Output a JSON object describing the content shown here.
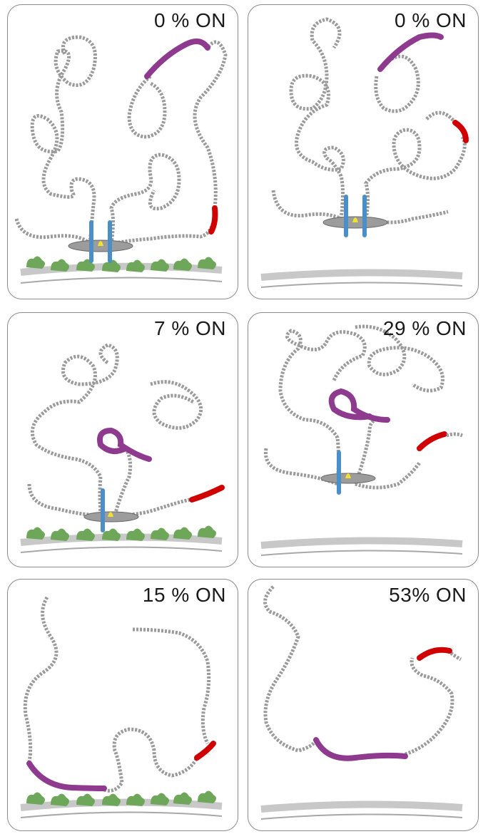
{
  "panels": [
    {
      "id": "p1",
      "label": "0 % ON",
      "state": "dna-loop-with-protein-complex-on-beads"
    },
    {
      "id": "p2",
      "label": "0 % ON",
      "state": "dna-loop-with-protein-complex-no-beads"
    },
    {
      "id": "p3",
      "label": "7 % ON",
      "state": "partial-loop-on-beads"
    },
    {
      "id": "p4",
      "label": "29 % ON",
      "state": "partial-loop-no-beads"
    },
    {
      "id": "p5",
      "label": "15 % ON",
      "state": "free-dna-on-beads"
    },
    {
      "id": "p6",
      "label": "53% ON",
      "state": "free-dna-no-beads"
    }
  ],
  "colors": {
    "dna": "#9a9a9a",
    "purple_segment": "#8e3a8e",
    "red_segment": "#d00000",
    "protein_blue": "#4a8fc8",
    "protein_yellow": "#f2e030",
    "platform_gray": "#9c9c9c",
    "bead_green": "#6ea65a",
    "surface_gray": "#c8c8c8"
  }
}
